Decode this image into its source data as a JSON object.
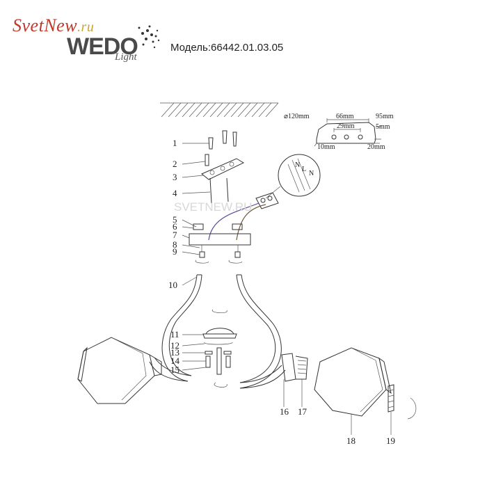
{
  "logo": {
    "svet_text": "Svet",
    "new_text": "New",
    "tld_text": ".ru",
    "brand_text": "WEDO",
    "light_text": "Light"
  },
  "model": {
    "label": "Модель:66442.01.03.05"
  },
  "watermark": "SVETNEW.RU",
  "dimensions": {
    "diameter": "⌀120mm",
    "d66": "66mm",
    "d29": "29mm",
    "d95": "95mm",
    "d5": "5mm",
    "d10": "10mm",
    "d20": "20mm"
  },
  "parts": [
    "1",
    "2",
    "3",
    "4",
    "5",
    "6",
    "7",
    "8",
    "9",
    "10",
    "11",
    "12",
    "13",
    "14",
    "15",
    "16",
    "17",
    "18",
    "19"
  ],
  "terminal": {
    "labels": [
      "N",
      "L",
      "N"
    ]
  }
}
